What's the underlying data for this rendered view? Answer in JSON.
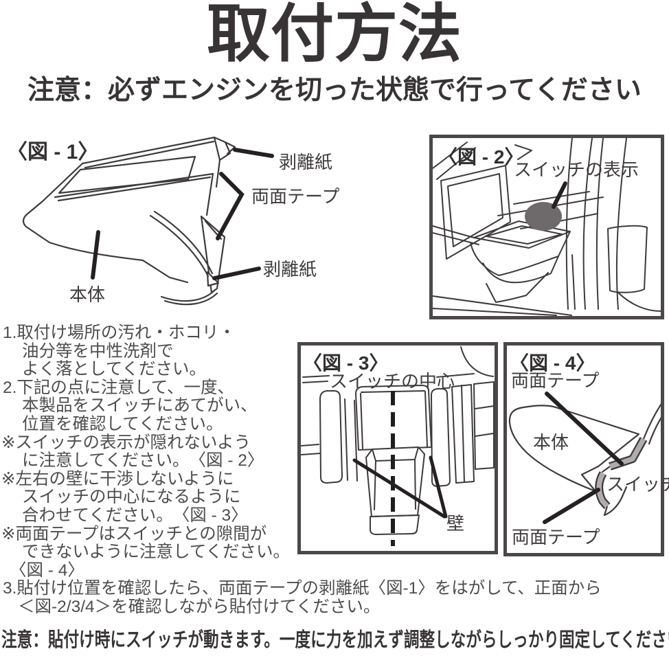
{
  "page": {
    "title": "取付方法",
    "subtitle": "注意：必ずエンジンを切った状態で行ってください",
    "footer_note": "注意：貼付け時にスイッチが動きます。一度に力を加えず調整しながらしっかり固定してください。"
  },
  "colors": {
    "ink": "#3e3a3b",
    "box_border": "#4c4849",
    "marker_gray": "#6e6a6b",
    "tape_gray": "#b0acad",
    "body_text": "#4d4d4d"
  },
  "figure1": {
    "caption": "〈図 - 1〉",
    "labels": {
      "release_paper_top": "剥離紙",
      "double_tape": "両面テープ",
      "release_paper_bottom": "剥離紙",
      "body": "本体"
    }
  },
  "figure2": {
    "caption": "〈図 - 2〉",
    "labels": {
      "switch_display": "スイッチの表示"
    }
  },
  "figure3": {
    "caption": "〈図 - 3〉",
    "labels": {
      "switch_center": "スイッチの中心",
      "wall": "壁"
    }
  },
  "figure4": {
    "caption": "〈図 - 4〉",
    "labels": {
      "tape_top": "両面テープ",
      "body": "本体",
      "switch": "スイッチ",
      "tape_bottom": "両面テープ"
    }
  },
  "instructions": {
    "lines": [
      "1.取付け場所の汚れ・ホコリ・",
      "油分等を中性洗剤で",
      "よく落としてください。",
      "2.下記の点に注意して、一度、",
      "本製品をスイッチにあてがい、",
      "位置を確認してください。",
      "※スイッチの表示が隠れないよう",
      "に注意してください。　〈図 - 2〉",
      "※左右の壁に干渉しないように",
      "スイッチの中心になるように",
      "合わせてください。　〈図 - 3〉",
      "※両面テープはスイッチとの隙間が",
      "できないように注意してください。",
      "〈図 - 4〉",
      "3.貼付け位置を確認したら、両面テープの剥離紙〈図-1〉をはがして、正面から",
      "＜図-2/3/4＞を確認しながら貼付けてください。"
    ]
  }
}
